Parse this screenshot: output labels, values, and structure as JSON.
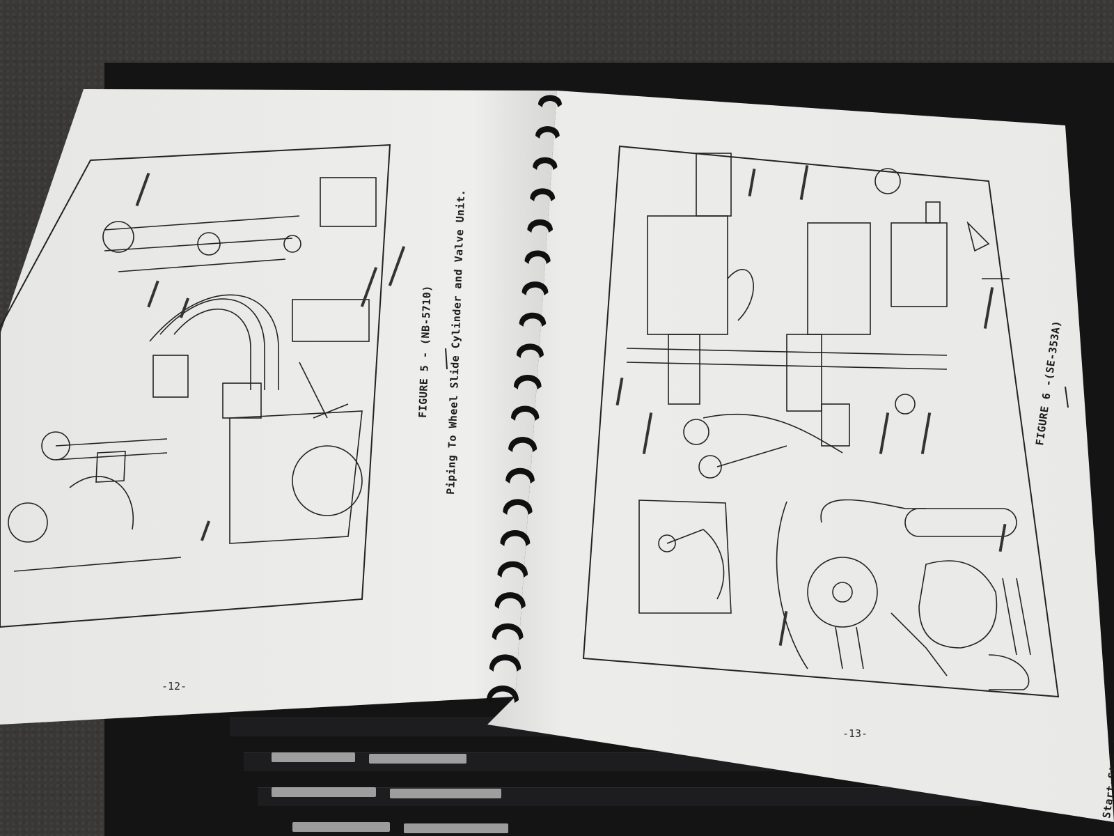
{
  "manual": {
    "left_page": {
      "figure_label": "FIGURE 5 - (NB-5710)",
      "figure_title": "Piping To Wheel Slide Cylinder and Valve Unit.",
      "page_number": "-12-"
    },
    "right_page": {
      "figure_label": "FIGURE 6 -(SE-353A)",
      "figure_title": "Start-Stop Control Lever and Related Mechanisms.",
      "page_number": "-13-"
    },
    "binding_rings": 20
  },
  "colors": {
    "paper": "#eeeeec",
    "paper_shade": "#d9dad8",
    "ink": "#1b1b1b",
    "binding": "#101010",
    "background": "#3a3836"
  }
}
